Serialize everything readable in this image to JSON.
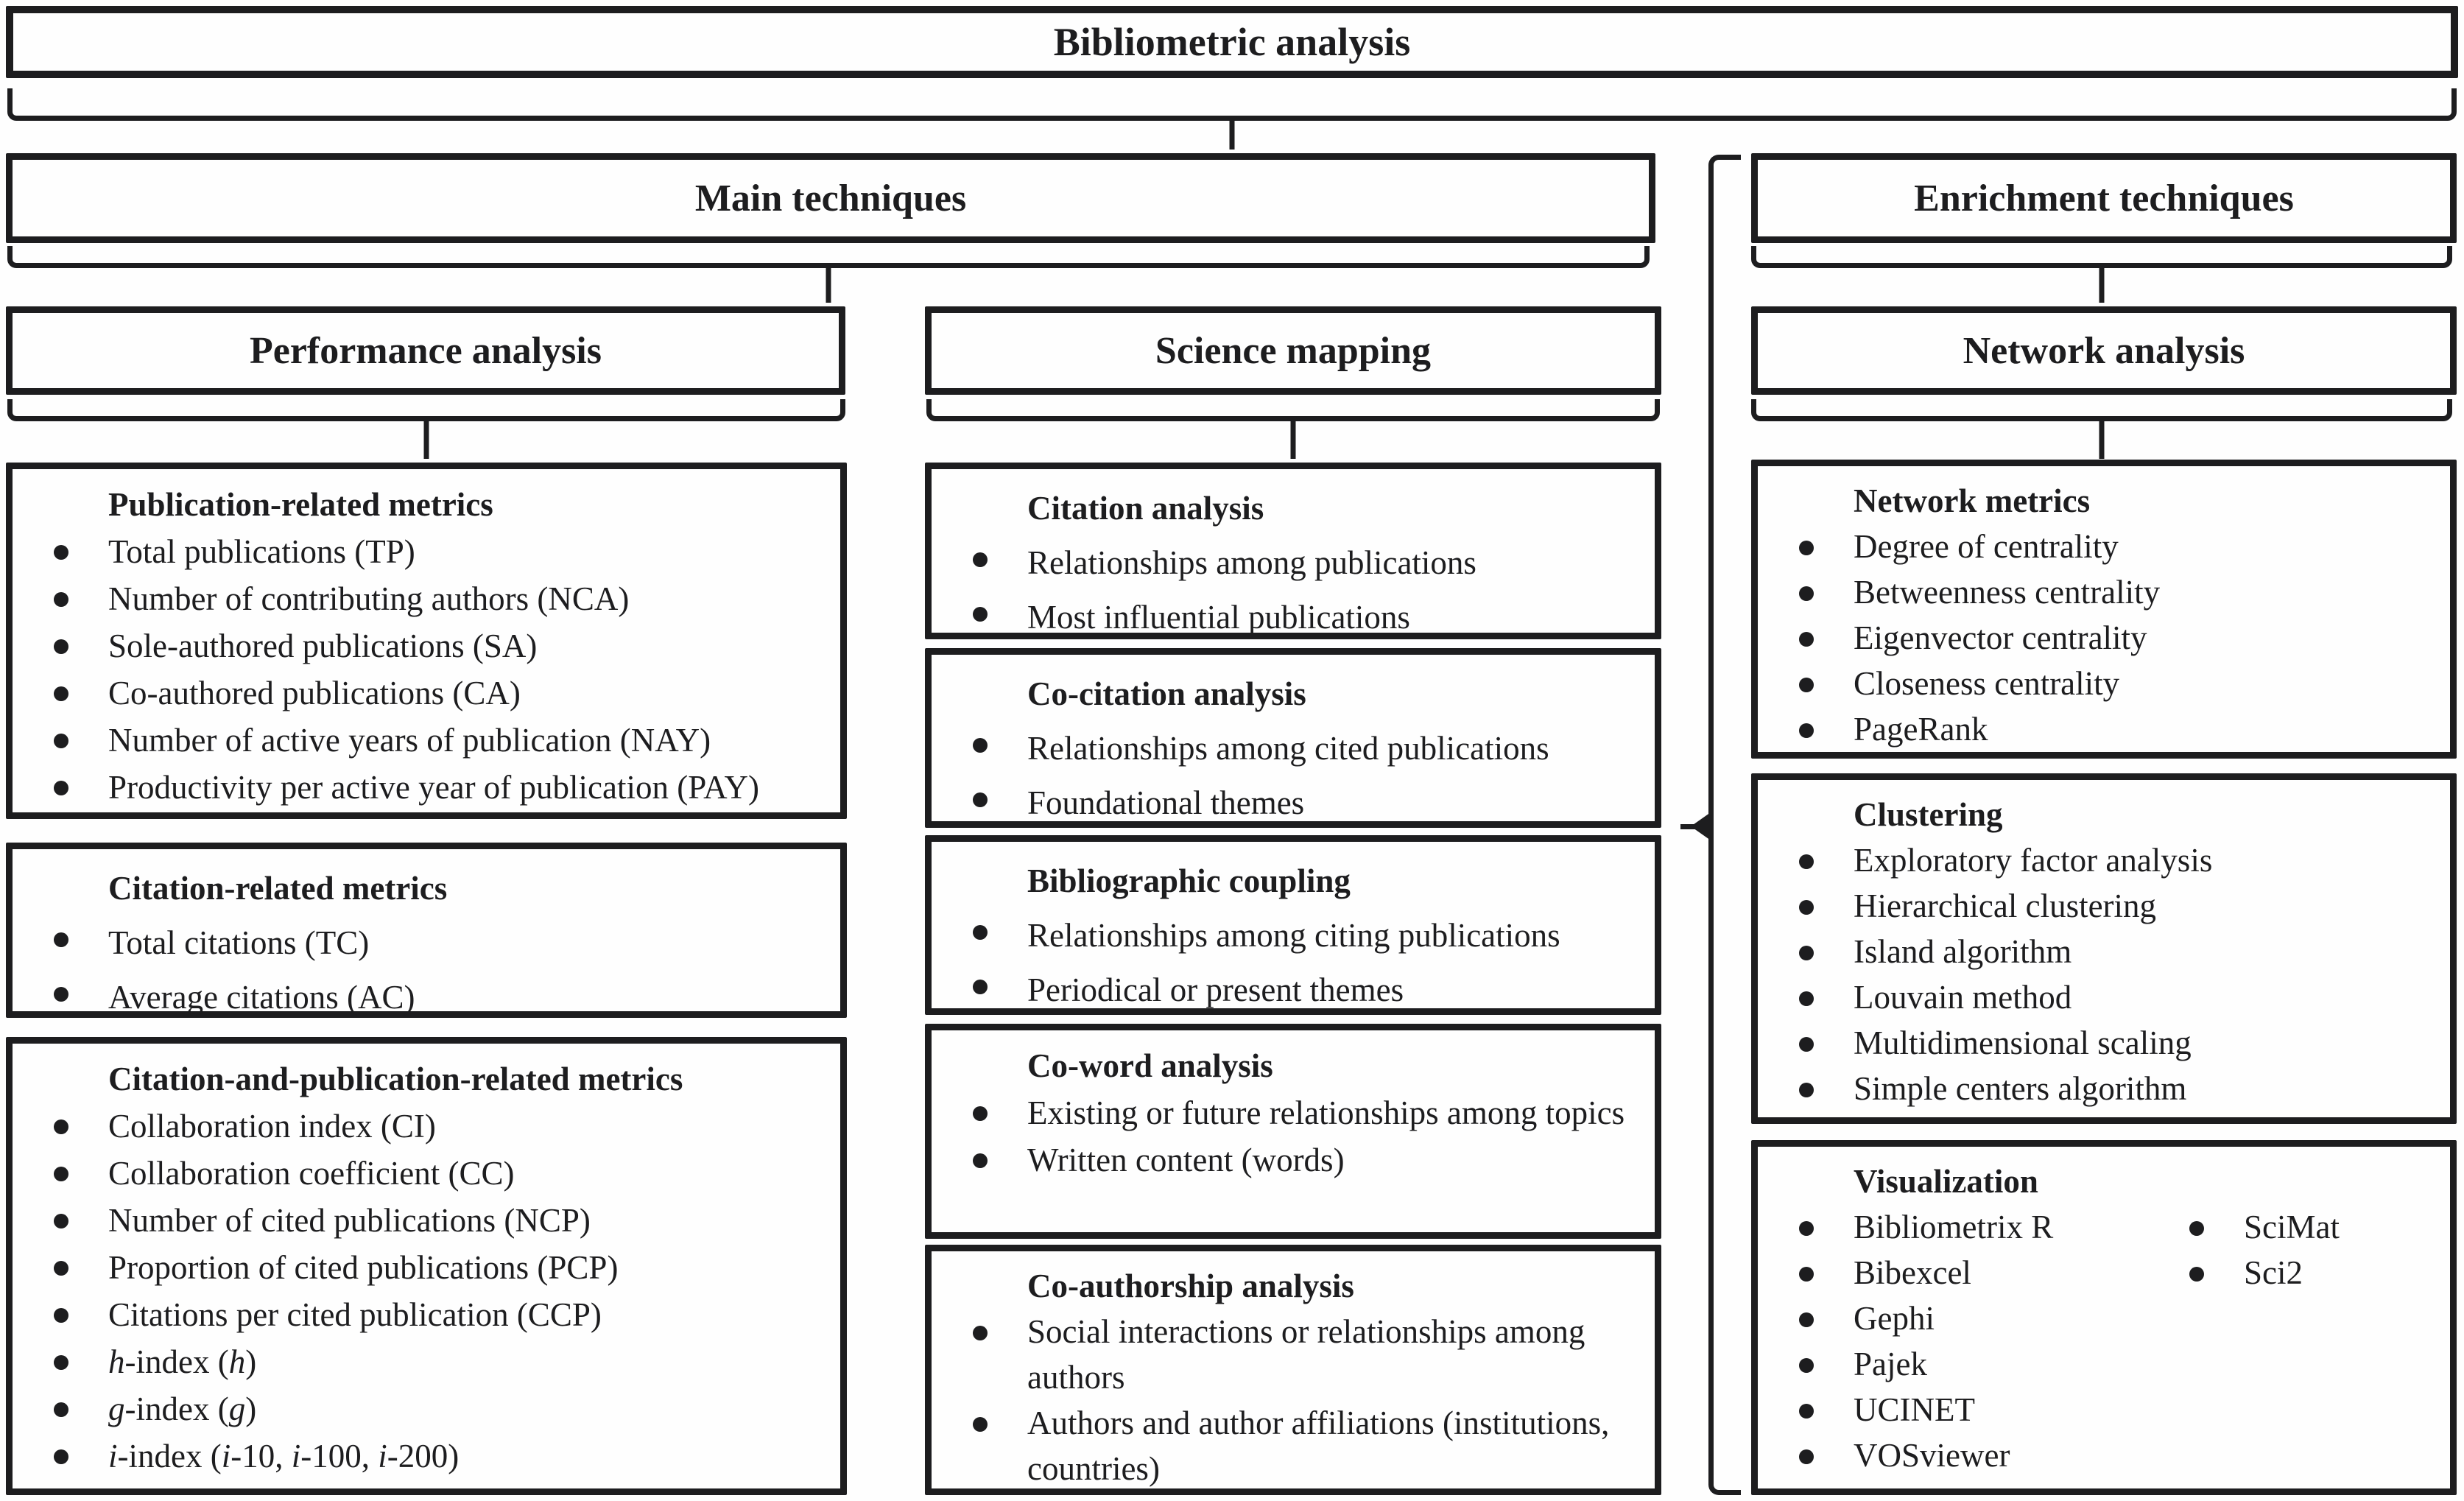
{
  "colors": {
    "ink": "#1d1d1f",
    "background": "#fefefe"
  },
  "diagram": {
    "title": "Bibliometric analysis"
  },
  "main": {
    "label": "Main techniques",
    "performance": {
      "label": "Performance analysis",
      "publication": {
        "title": "Publication-related metrics",
        "items": [
          "Total publications (TP)",
          "Number of contributing authors (NCA)",
          "Sole-authored publications (SA)",
          "Co-authored publications (CA)",
          "Number of active years of publication (NAY)",
          "Productivity per active year of publication (PAY)"
        ]
      },
      "citation": {
        "title": "Citation-related metrics",
        "items": [
          "Total citations (TC)",
          "Average citations (AC)"
        ]
      },
      "citation_publication": {
        "title": "Citation-and-publication-related metrics",
        "items": [
          "Collaboration index (CI)",
          "Collaboration coefficient (CC)",
          "Number of cited publications (NCP)",
          "Proportion of cited publications (PCP)",
          "Citations per cited publication (CCP)",
          "*h*-index (*h*)",
          "*g*-index (*g*)",
          "*i*-index (*i*-10, *i*-100, *i*-200)"
        ]
      }
    },
    "science": {
      "label": "Science mapping",
      "citation_analysis": {
        "title": "Citation analysis",
        "items": [
          "Relationships among publications",
          "Most influential publications"
        ]
      },
      "co_citation": {
        "title": "Co-citation analysis",
        "items": [
          "Relationships among cited publications",
          "Foundational themes"
        ]
      },
      "bibliographic_coupling": {
        "title": "Bibliographic coupling",
        "items": [
          "Relationships among citing publications",
          "Periodical or present themes"
        ]
      },
      "co_word": {
        "title": "Co-word analysis",
        "items": [
          "Existing or future relationships among topics",
          "Written content (words)"
        ]
      },
      "co_authorship": {
        "title": "Co-authorship analysis",
        "items": [
          "Social interactions or relationships among authors",
          "Authors and author affiliations (institutions, countries)"
        ]
      }
    }
  },
  "enrichment": {
    "label": "Enrichment techniques",
    "network": {
      "label": "Network analysis",
      "network_metrics": {
        "title": "Network metrics",
        "items": [
          "Degree of centrality",
          "Betweenness centrality",
          "Eigenvector centrality",
          "Closeness centrality",
          "PageRank"
        ]
      },
      "clustering": {
        "title": "Clustering",
        "items": [
          "Exploratory factor analysis",
          "Hierarchical clustering",
          "Island algorithm",
          "Louvain method",
          "Multidimensional scaling",
          "Simple centers algorithm"
        ]
      },
      "visualization": {
        "title": "Visualization",
        "items_left": [
          "Bibliometrix R",
          "Bibexcel",
          "Gephi",
          "Pajek",
          "UCINET",
          "VOSviewer"
        ],
        "items_right": [
          "SciMat",
          "Sci2"
        ]
      }
    }
  }
}
